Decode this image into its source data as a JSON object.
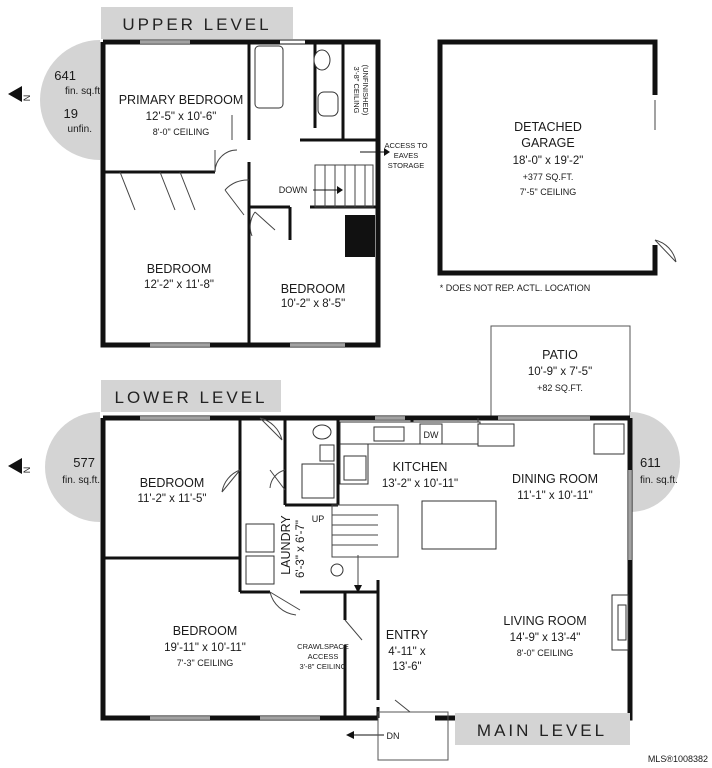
{
  "levels": {
    "upper": "UPPER LEVEL",
    "lower": "LOWER LEVEL",
    "main": "MAIN LEVEL"
  },
  "badges": {
    "upper": {
      "area": "641",
      "area_unit": "fin. sq.ft",
      "unfin": "19",
      "unfin_unit": "unfin."
    },
    "lower": {
      "area": "577",
      "area_unit": "fin. sq.ft."
    },
    "main": {
      "area": "611",
      "area_unit": "fin. sq.ft."
    },
    "north": "N"
  },
  "upper": {
    "primary_bedroom": {
      "name": "PRIMARY BEDROOM",
      "dims": "12'-5\" x 10'-6\"",
      "ceiling": "8'-0\" CEILING"
    },
    "bedroom_a": {
      "name": "BEDROOM",
      "dims": "12'-2\" x 11'-8\""
    },
    "bedroom_b": {
      "name": "BEDROOM",
      "dims": "10'-2\" x 8'-5\""
    },
    "attic": {
      "line1": "3'-8\" CEILING",
      "line2": "(UNFINISHED)"
    },
    "eaves": {
      "line1": "ACCESS TO",
      "line2": "EAVES",
      "line3": "STORAGE"
    },
    "stair": "DOWN"
  },
  "garage": {
    "line1": "DETACHED",
    "line2": "GARAGE",
    "dims": "18'-0\" x 19'-2\"",
    "area": "+377 SQ.FT.",
    "ceiling": "7'-5\" CEILING",
    "note": "* DOES NOT REP. ACTL. LOCATION"
  },
  "patio": {
    "name": "PATIO",
    "dims": "10'-9\" x 7'-5\"",
    "area": "+82 SQ.FT."
  },
  "lower": {
    "bedroom_a": {
      "name": "BEDROOM",
      "dims": "11'-2\" x 11'-5\""
    },
    "bedroom_b": {
      "name": "BEDROOM",
      "dims": "19'-11\" x 10'-11\"",
      "ceiling": "7'-3\" CEILING"
    },
    "laundry": {
      "name": "LAUNDRY",
      "dims": "6'-3\" x 6'-7\""
    },
    "crawlspace": {
      "line1": "CRAWLSPACE",
      "line2": "ACCESS",
      "line3": "3'-8\" CEILING"
    },
    "stair_up": "UP",
    "stair_dn": "DN"
  },
  "main": {
    "kitchen": {
      "name": "KITCHEN",
      "dims": "13'-2\" x 10'-11\"",
      "dw": "DW"
    },
    "dining": {
      "name": "DINING ROOM",
      "dims": "11'-1\" x 10'-11\""
    },
    "living": {
      "name": "LIVING ROOM",
      "dims": "14'-9\" x 13'-4\"",
      "ceiling": "8'-0\" CEILING"
    },
    "entry": {
      "name": "ENTRY",
      "dims1": "4'-11\" x",
      "dims2": "13'-6\""
    }
  },
  "watermark": "MLS®1008382"
}
